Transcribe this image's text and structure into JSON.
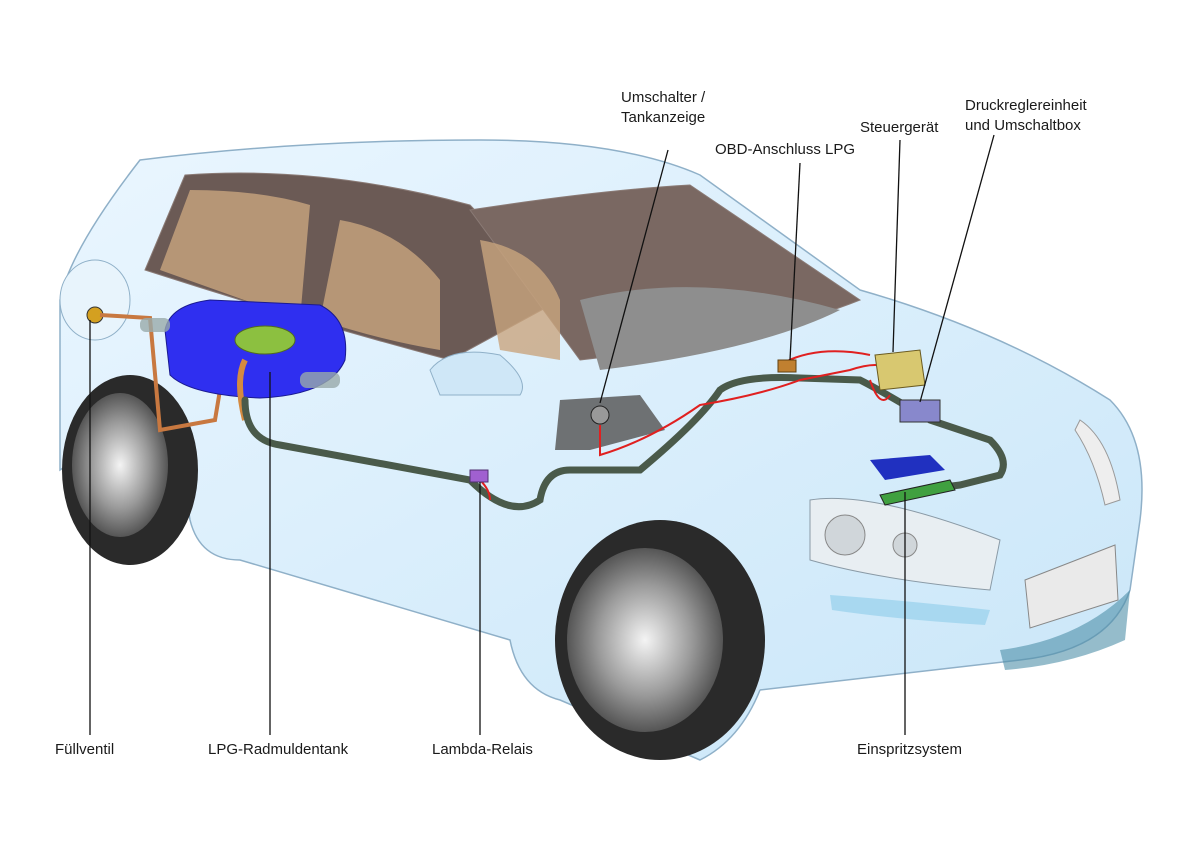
{
  "labels": {
    "umschalter_line1": "Umschalter /",
    "umschalter_line2": "Tankanzeige",
    "obd": "OBD-Anschluss LPG",
    "steuergeraet": "Steuergerät",
    "druckregler_line1": "Druckreglereinheit",
    "druckregler_line2": "und Umschaltbox",
    "fuellventil": "Füllventil",
    "tank": "LPG-Radmuldentank",
    "lambda": "Lambda-Relais",
    "einspritz": "Einspritzsystem"
  },
  "colors": {
    "body": "#dcefff",
    "tank": "#2f2ff0",
    "pipe": "#4a5a4a",
    "wire": "#e02020"
  }
}
